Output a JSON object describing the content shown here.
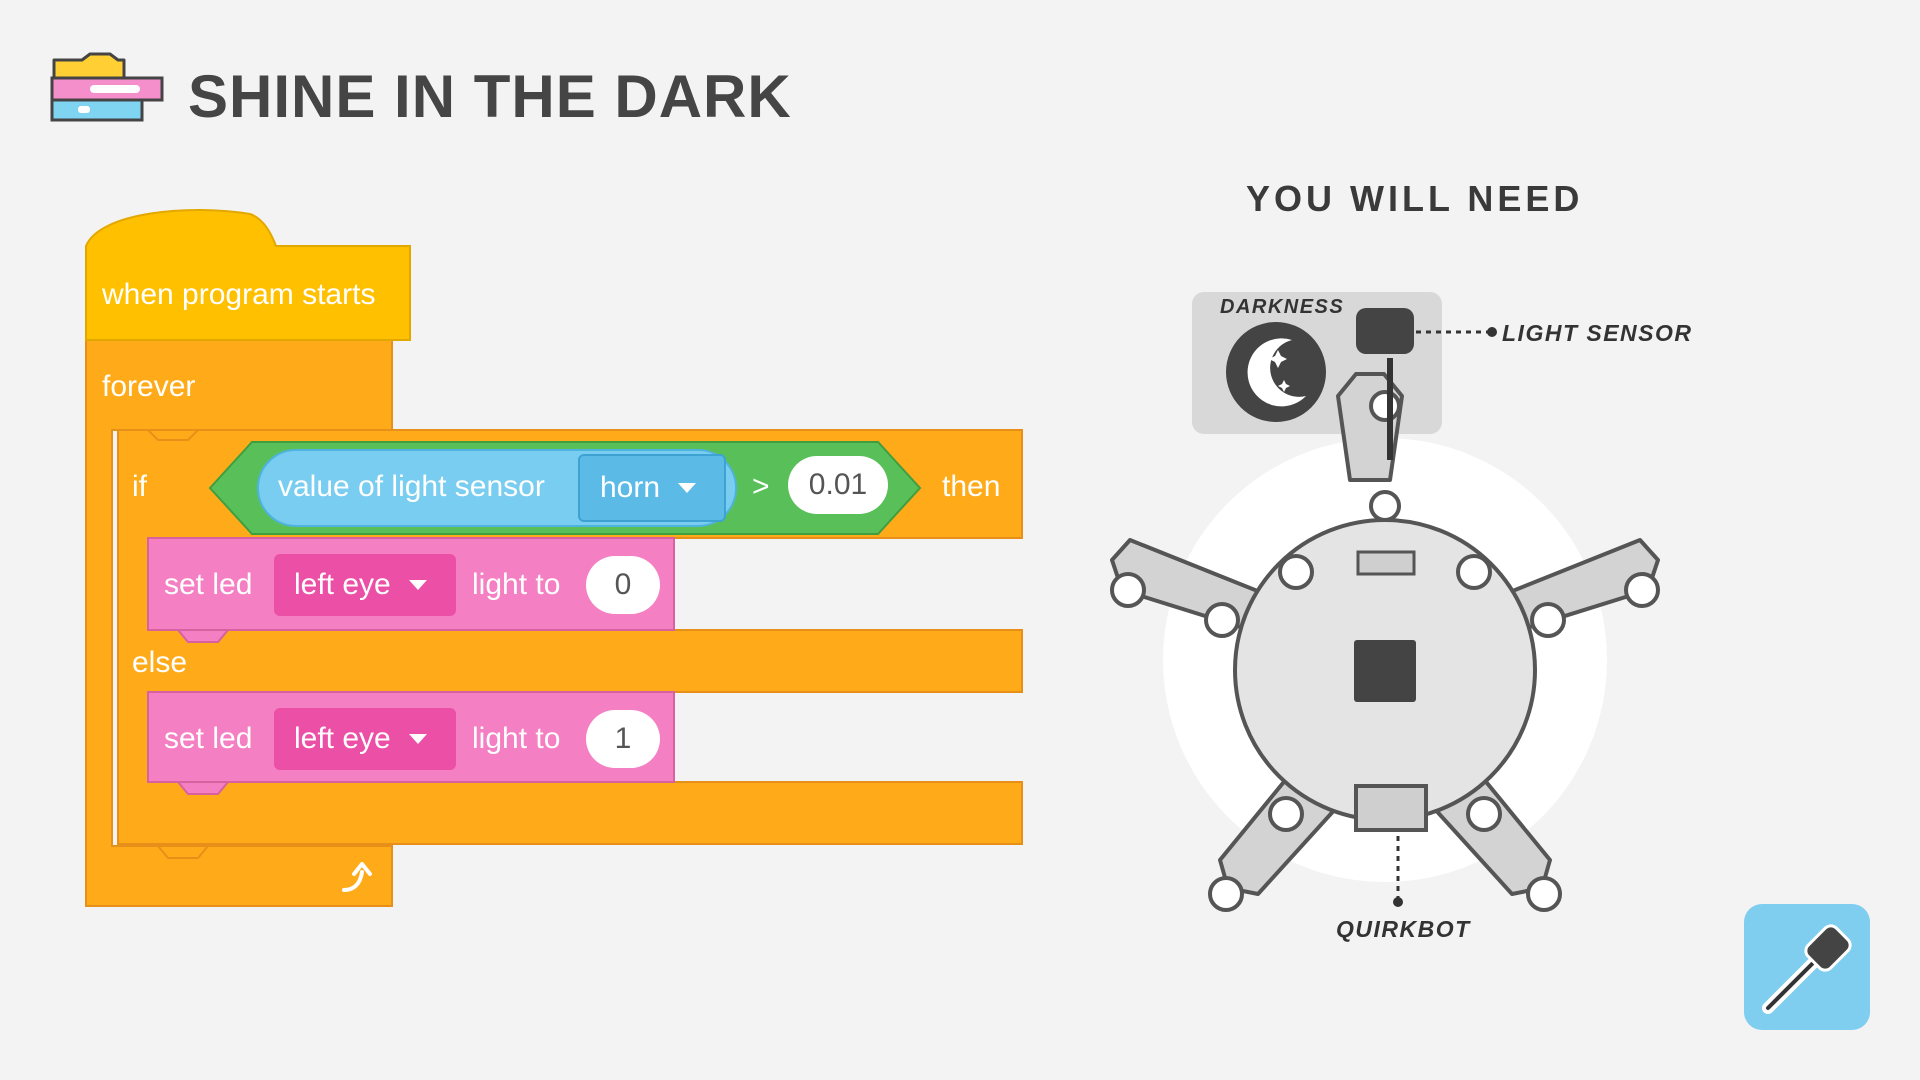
{
  "header": {
    "title": "SHINE IN THE DARK",
    "icon": "code-blocks-icon"
  },
  "program": {
    "hat_label": "when program starts",
    "loop_label": "forever",
    "if_label": "if",
    "condition": {
      "reporter_label": "value of light sensor",
      "sensor_option": "horn",
      "operator": ">",
      "threshold": "0.01"
    },
    "then_label": "then",
    "else_label": "else",
    "then_action": {
      "verb": "set led",
      "target": "left eye",
      "middle": "light to",
      "value": "0"
    },
    "else_action": {
      "verb": "set led",
      "target": "left eye",
      "middle": "light to",
      "value": "1"
    },
    "loop_icon": "loop-arrow-icon"
  },
  "requirements": {
    "heading": "YOU WILL NEED",
    "darkness_label": "DARKNESS",
    "darkness_icon": "moon-icon",
    "light_sensor_label": "LIGHT SENSOR",
    "board_label": "QUIRKBOT"
  },
  "tool_button": {
    "icon": "sensor-probe-icon"
  },
  "colors": {
    "background": "#f3f3f3",
    "event_block": "#ffc000",
    "control_block": "#ffab19",
    "led_block": "#f47fc2",
    "led_dropdown": "#ec4fa6",
    "condition_block": "#59c059",
    "sensor_block": "#79cdf0",
    "sensor_dropdown": "#5bbbe6",
    "tool_button": "#7fcdef"
  }
}
